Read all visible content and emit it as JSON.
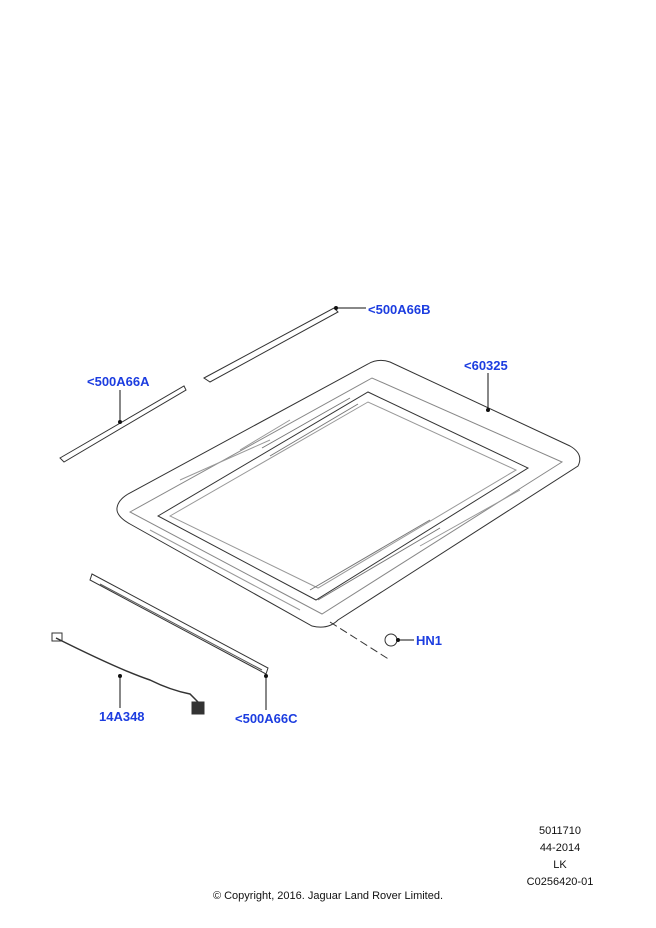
{
  "callouts": {
    "part_500A66B": "<500A66B",
    "part_500A66A": "<500A66A",
    "part_60325": "<60325",
    "part_HN1": "HN1",
    "part_14A348": "14A348",
    "part_500A66C": "<500A66C"
  },
  "info": {
    "line1": "5011710",
    "line2": "44-2014",
    "line3": "LK",
    "line4": "C0256420-01"
  },
  "copyright": "© Copyright, 2016. Jaguar Land Rover Limited.",
  "colors": {
    "label": "#1c3de0",
    "line": "#222222"
  }
}
